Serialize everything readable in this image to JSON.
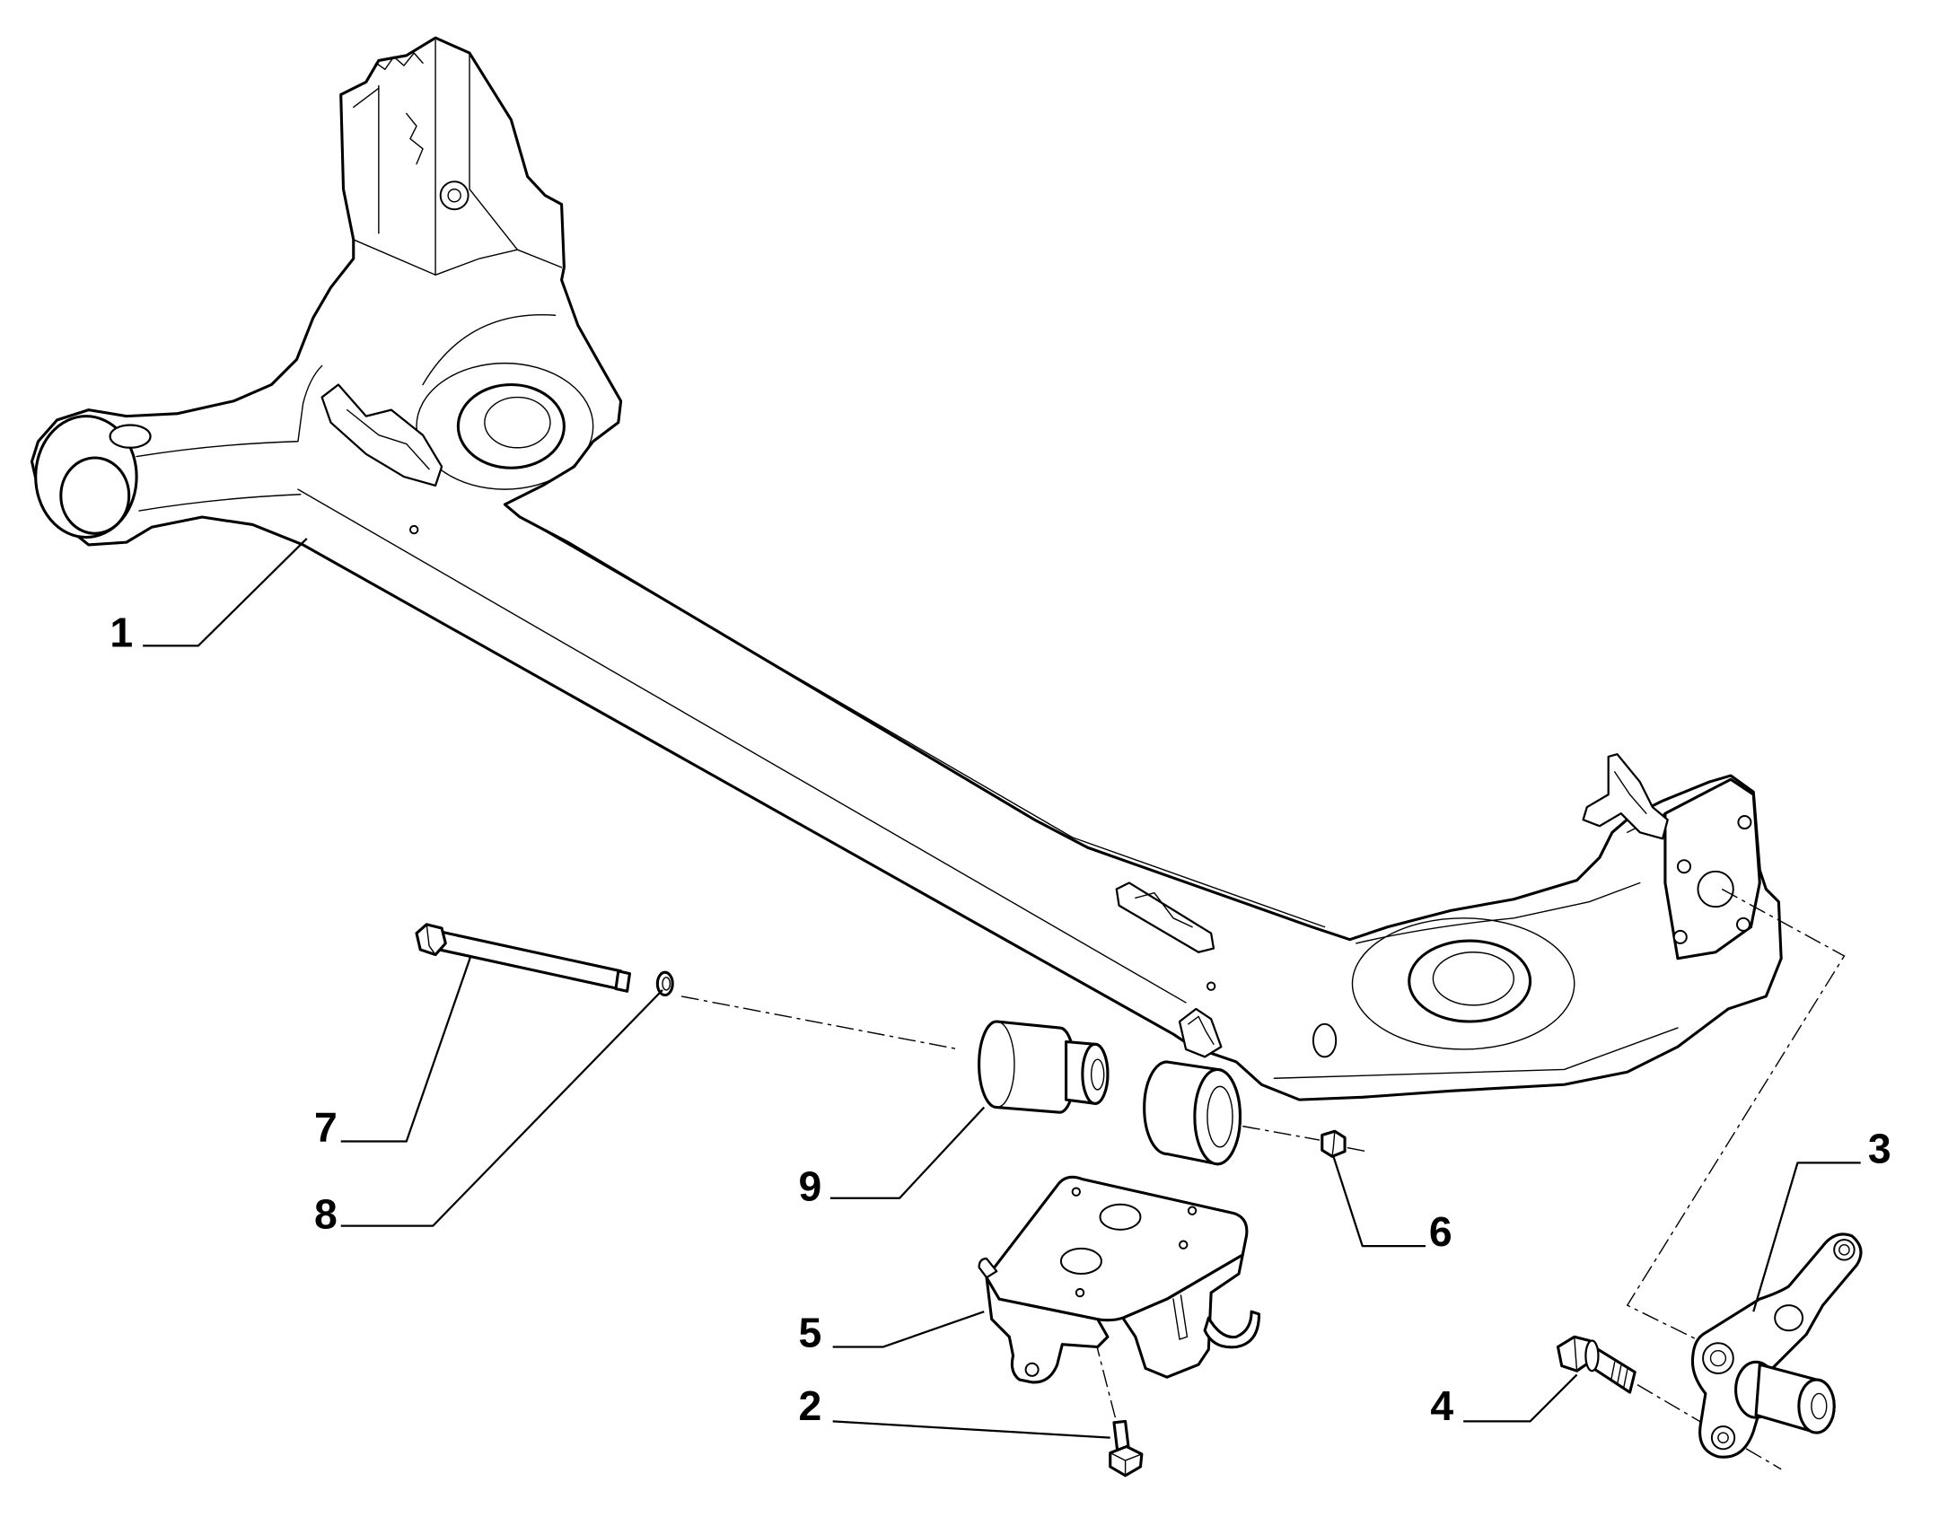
{
  "callouts": [
    {
      "label": "1"
    },
    {
      "label": "2"
    },
    {
      "label": "3"
    },
    {
      "label": "4"
    },
    {
      "label": "5"
    },
    {
      "label": "6"
    },
    {
      "label": "7"
    },
    {
      "label": "8"
    },
    {
      "label": "9"
    }
  ],
  "colors": {
    "line": "#000000",
    "background": "#ffffff"
  }
}
